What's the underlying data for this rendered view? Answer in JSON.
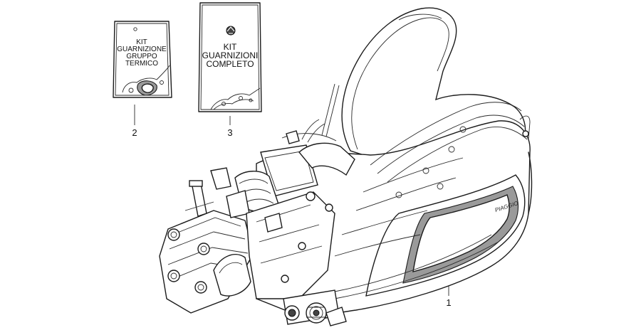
{
  "kit_gasket_thermal": {
    "lines": [
      "KIT",
      "GUARNIZIONE",
      "GRUPPO",
      "TERMICO"
    ]
  },
  "kit_gasket_complete": {
    "lines": [
      "KIT",
      "GUARNIZIONI",
      "COMPLETO"
    ]
  },
  "callouts": {
    "engine": "1",
    "kit_thermal": "2",
    "kit_complete": "3"
  },
  "brand_text": "PIAGGIO"
}
